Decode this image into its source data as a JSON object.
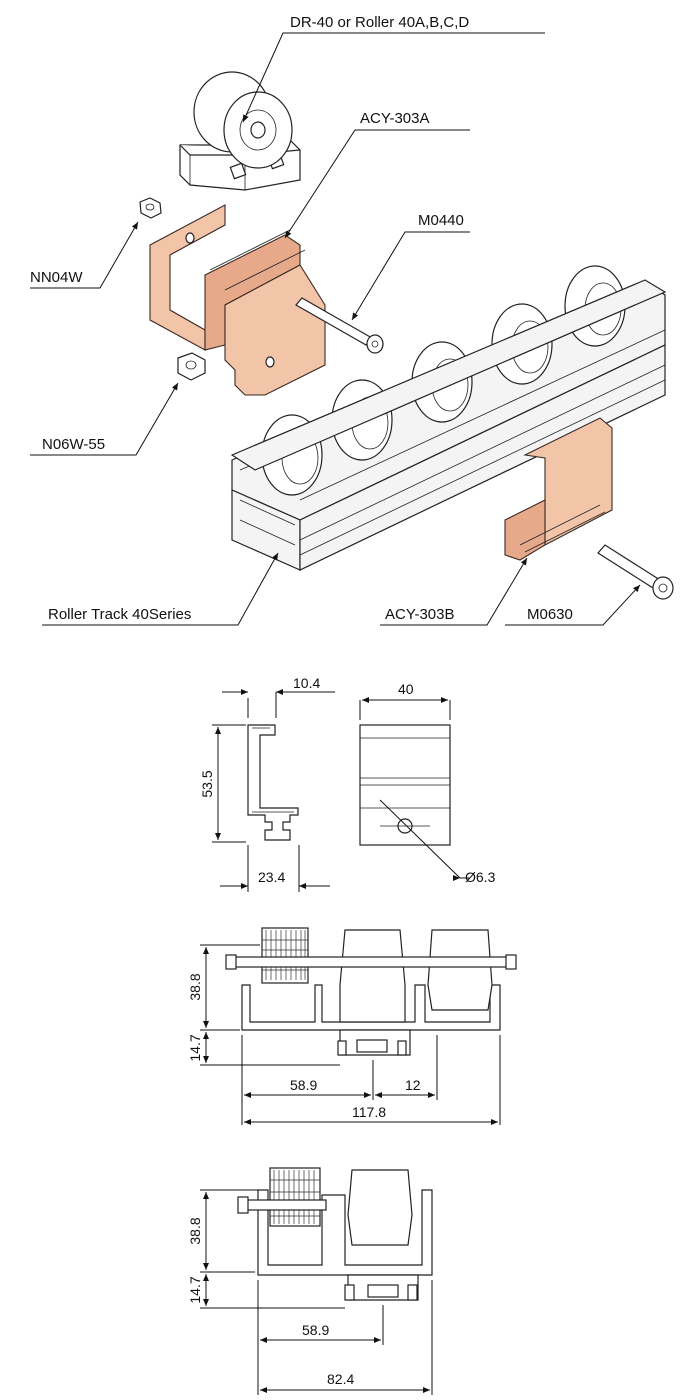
{
  "labels": {
    "roller": "DR-40 or Roller 40A,B,C,D",
    "acy303a": "ACY-303A",
    "m0440": "M0440",
    "nn04w": "NN04W",
    "n06w55": "N06W-55",
    "roller_track": "Roller Track 40Series",
    "acy303b": "ACY-303B",
    "m0630": "M0630"
  },
  "dimensions": {
    "bracket_side": {
      "top": "10.4",
      "height": "53.5",
      "bottom": "23.4"
    },
    "bracket_front": {
      "width": "40",
      "hole": "Ø6.3"
    },
    "assembly_double": {
      "upper": "38.8",
      "lower": "14.7",
      "left": "58.9",
      "right": "12",
      "total": "117.8"
    },
    "assembly_single": {
      "upper": "38.8",
      "lower": "14.7",
      "left": "58.9",
      "total": "82.4"
    }
  },
  "colors": {
    "bracket": "#f2c4a8",
    "line": "#111111"
  }
}
